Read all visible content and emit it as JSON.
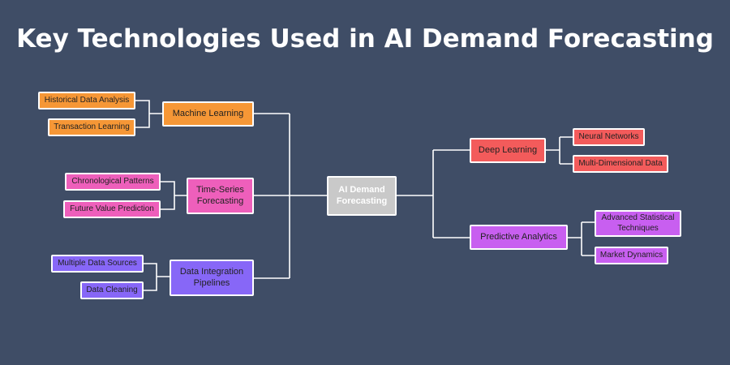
{
  "title": "Key Technologies Used in AI Demand Forecasting",
  "center": {
    "label": "AI Demand Forecasting"
  },
  "left": [
    {
      "label": "Machine Learning",
      "color": "#f69736",
      "leaves": [
        "Historical Data Analysis",
        "Transaction Learning"
      ]
    },
    {
      "label": "Time-Series Forecasting",
      "color": "#ee5fbb",
      "leaves": [
        "Chronological Patterns",
        "Future Value Prediction"
      ]
    },
    {
      "label": "Data Integration Pipelines",
      "color": "#8767f7",
      "leaves": [
        "Multiple Data Sources",
        "Data Cleaning"
      ]
    }
  ],
  "right": [
    {
      "label": "Deep Learning",
      "color": "#f35b5b",
      "leaves": [
        "Neural Networks",
        "Multi-Dimensional Data"
      ]
    },
    {
      "label": "Predictive Analytics",
      "color": "#c85ff0",
      "leaves": [
        "Advanced Statistical Techniques",
        "Market Dynamics"
      ]
    }
  ],
  "colors": {
    "background": "#3f4d66",
    "connector": "#ffffff",
    "center": "#c9c9c9"
  }
}
